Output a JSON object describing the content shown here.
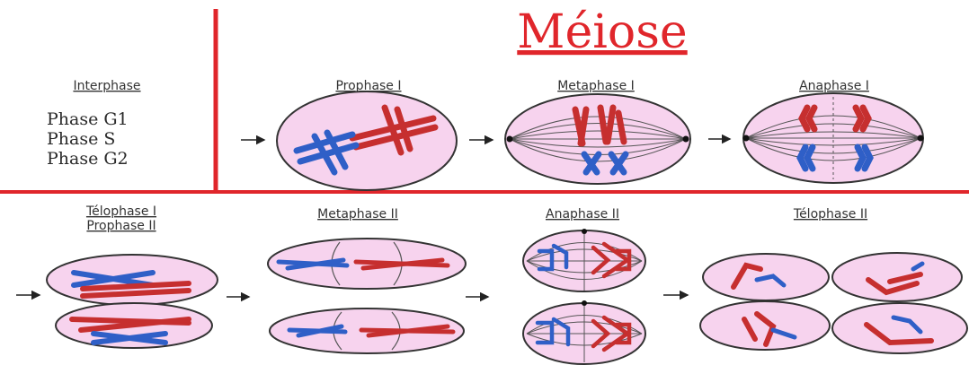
{
  "title": "Méiose",
  "interphase": {
    "label": "Interphase",
    "phases": [
      "Phase G1",
      "Phase S",
      "Phase G2"
    ]
  },
  "stages": {
    "prophase_1": "Prophase I",
    "metaphase_1": "Metaphase I",
    "anaphase_1": "Anaphase I",
    "telophase_1": "Télophase I",
    "prophase_2": "Prophase II",
    "metaphase_2": "Metaphase II",
    "anaphase_2": "Anaphase II",
    "telophase_2": "Télophase II"
  },
  "colors": {
    "accent": "#e0262b",
    "cell_fill": "#f7d3ee",
    "cell_stroke": "#333333",
    "chromosome_red": "#c62f2f",
    "chromosome_blue": "#2f5fc7"
  }
}
